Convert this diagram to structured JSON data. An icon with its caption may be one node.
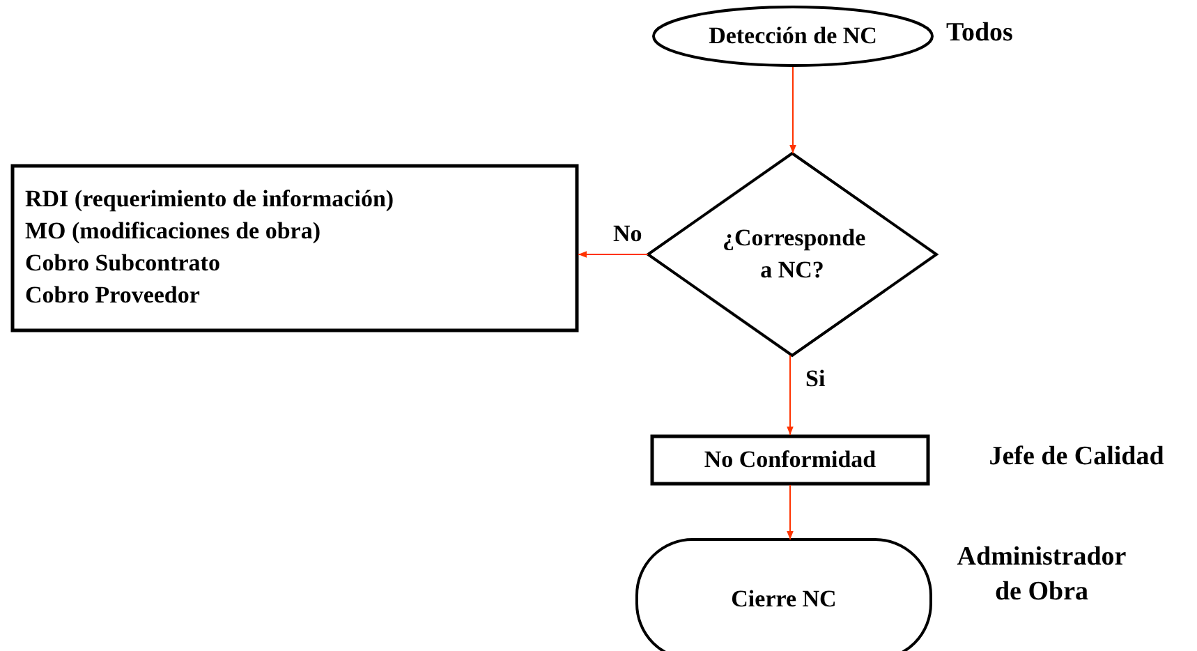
{
  "diagram": {
    "nodes": [
      {
        "text": [
          "Detección de NC"
        ],
        "beside": [
          "Todos"
        ]
      },
      {
        "text": [
          "¿Corresponde a NC?"
        ]
      },
      {
        "text": [
          "RDI (requerimiento de información)",
          "MO (modificaciones de obra)",
          "Cobro Subcontrato",
          "Cobro Proveedor"
        ]
      },
      {
        "text": [
          "No Conformidad"
        ],
        "beside": [
          "Jefe de Calidad"
        ]
      },
      {
        "text": [
          "Cierre NC"
        ],
        "beside": [
          "Administrador de Obra"
        ]
      }
    ],
    "edges": [
      {
        "from": 0,
        "to": 1,
        "arrow": "to"
      },
      {
        "from": 1,
        "to": 2,
        "arrow": "to",
        "label": "No"
      },
      {
        "from": 1,
        "to": 3,
        "arrow": "to",
        "label": "Si"
      },
      {
        "from": 3,
        "to": 4,
        "arrow": "to"
      }
    ]
  }
}
